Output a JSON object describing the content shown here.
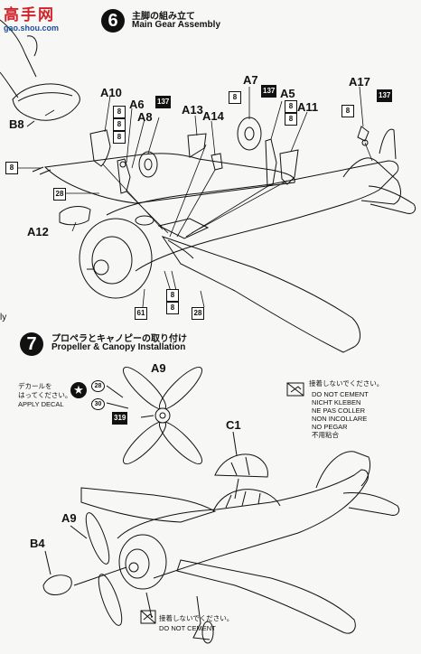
{
  "watermark": {
    "top": "高手网",
    "bottom": "gao.shou.com"
  },
  "step6": {
    "number": "6",
    "title_jp": "主脚の組み立て",
    "title_en": "Main Gear Assembly"
  },
  "step7": {
    "number": "7",
    "title_jp": "プロペラとキャノピーの取り付け",
    "title_en": "Propeller & Canopy Installation"
  },
  "partial_text": "ly",
  "parts6": [
    "A10",
    "A6",
    "A8",
    "A13",
    "A14",
    "A7",
    "A5",
    "A11",
    "A17",
    "B8",
    "A12"
  ],
  "paint_codes": {
    "c137": "137",
    "c8": "8",
    "c28": "28",
    "c61": "61",
    "c319": "319",
    "c30": "30"
  },
  "parts7": [
    "A9",
    "C1",
    "A9",
    "B4"
  ],
  "decal_note": {
    "l1": "デカールを",
    "l2": "はってください。",
    "l3": "APPLY DECAL"
  },
  "no_cement": {
    "jp": "接着しないでください。",
    "lines": [
      "DO NOT CEMENT",
      "NICHT KLEBEN",
      "NE PAS COLLER",
      "NON INCOLLARE",
      "NO PEGAR",
      "不用粘合"
    ]
  },
  "no_cement2": {
    "jp": "接着しないでください。",
    "en": "DO NOT CEMENT"
  },
  "colors": {
    "ink": "#111111",
    "paper": "#f7f7f5",
    "watermark_red": "#d2232a",
    "watermark_blue": "#1a4fa0"
  }
}
